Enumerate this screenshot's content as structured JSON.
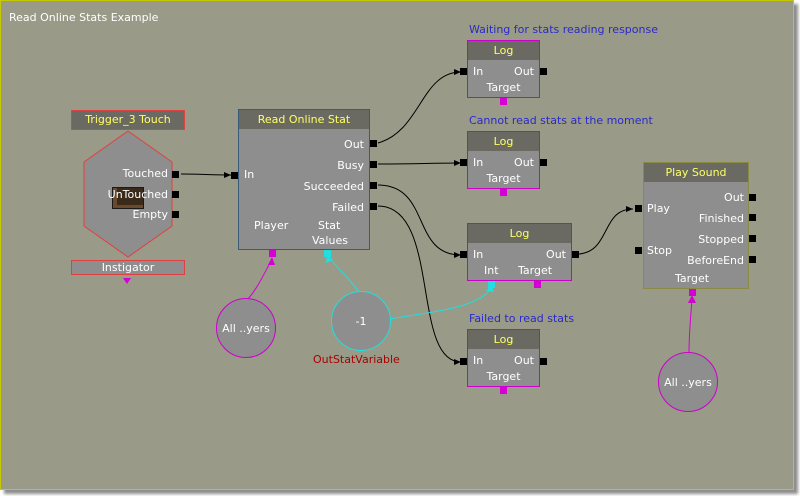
{
  "sequence_title": "Read Online Stats Example",
  "trigger_node": {
    "title": "Trigger_3 Touch",
    "outputs": [
      "Touched",
      "UnTouched",
      "Empty"
    ],
    "var_label": "Instigator"
  },
  "read_stat_node": {
    "title": "Read Online Stat",
    "input": "In",
    "outputs": [
      "Out",
      "Busy",
      "Succeeded",
      "Failed"
    ],
    "var_labels": [
      "Player",
      "Stat",
      "Values"
    ]
  },
  "log_nodes": [
    {
      "caption": "Waiting for stats reading response",
      "title": "Log",
      "in": "In",
      "out": "Out",
      "target": "Target"
    },
    {
      "caption": "Cannot read stats at the moment",
      "title": "Log",
      "in": "In",
      "out": "Out",
      "target": "Target"
    },
    {
      "caption": "",
      "title": "Log",
      "in": "In",
      "out": "Out",
      "int": "Int",
      "target": "Target"
    },
    {
      "caption": "Failed to read stats",
      "title": "Log",
      "in": "In",
      "out": "Out",
      "target": "Target"
    }
  ],
  "play_sound_node": {
    "title": "Play Sound",
    "inputs": [
      "Play",
      "Stop"
    ],
    "outputs": [
      "Out",
      "Finished",
      "Stopped",
      "BeforeEnd"
    ],
    "var_label": "Target"
  },
  "variables": {
    "players_1": "All ..yers",
    "int_var_value": "-1",
    "int_var_name": "OutStatVariable",
    "players_2": "All ..yers"
  },
  "colors": {
    "background": "#9a9a88",
    "node_fill": "#8e8e8e",
    "title_text": "#ffff66",
    "log_border": "#cc00cc",
    "trigger_border": "#e04040",
    "read_stat_border": "#3a5a7a",
    "play_sound_border": "#8a8a44",
    "int_link": "#22dede",
    "caption_text": "#2a2ac8",
    "var_name_text": "#aa0000"
  }
}
